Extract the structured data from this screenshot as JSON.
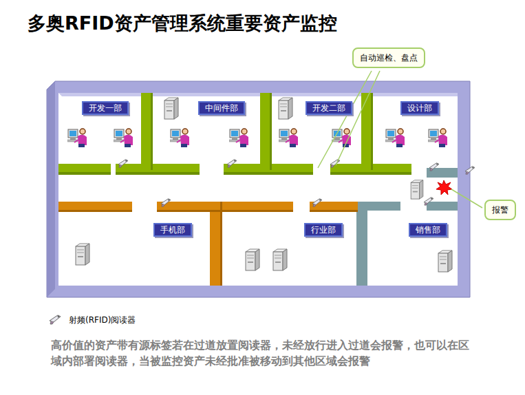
{
  "diagram": {
    "title": "多奥RFID资产管理系统重要资产监控",
    "caption": "高价值的资产带有源标签若在过道放置阅读器，未经放行进入过道会报警，也可以在区域内部署阅读器，当被监控资产未经批准被移动到其他区域会报警",
    "nodes": [
      {
        "text": [
          "自动巡检、盘点"
        ]
      },
      {
        "text": [
          "开发一部"
        ]
      },
      {
        "text": [
          "中间件部"
        ]
      },
      {
        "text": [
          "开发二部"
        ]
      },
      {
        "text": [
          "设计部"
        ]
      },
      {
        "text": [
          "报警"
        ]
      },
      {
        "text": [
          "手机部"
        ]
      },
      {
        "text": [
          "行业部"
        ]
      },
      {
        "text": [
          "销售部"
        ]
      }
    ],
    "legend": [
      {
        "text": "射频(RFID)阅读器"
      }
    ]
  }
}
